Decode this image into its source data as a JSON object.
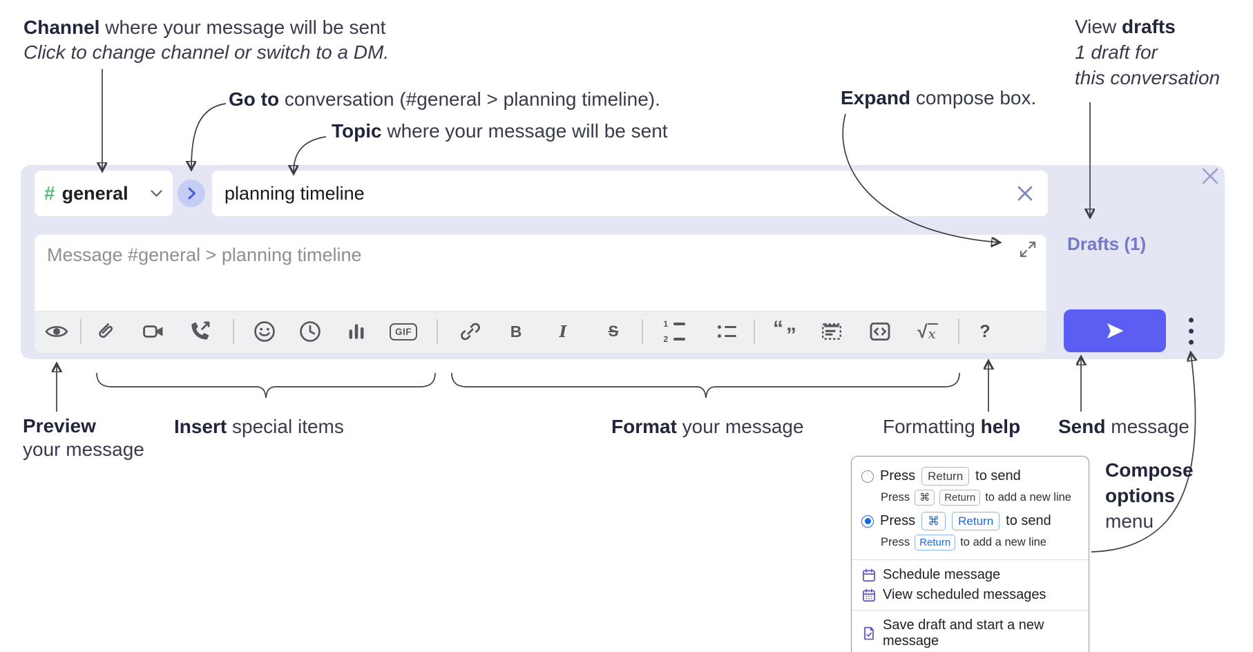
{
  "annotations": {
    "channel": {
      "bold": "Channel",
      "rest": " where your message will be sent",
      "line2": "Click to change channel or switch to a DM."
    },
    "goto": {
      "bold": "Go to",
      "rest": " conversation (#general > planning timeline)."
    },
    "topic": {
      "bold": "Topic",
      "rest": " where your message will be sent"
    },
    "expand": {
      "bold": "Expand",
      "rest": " compose box."
    },
    "view_drafts": {
      "pre": "View ",
      "bold": "drafts",
      "line2": "1 draft for",
      "line3": "this conversation"
    },
    "preview": {
      "bold": "Preview",
      "line2": "your message"
    },
    "insert": {
      "bold": "Insert",
      "rest": " special items"
    },
    "format": {
      "bold": "Format",
      "rest": " your message"
    },
    "formatting_help": {
      "pre": "Formatting ",
      "bold": "help"
    },
    "send": {
      "bold": "Send",
      "rest": " message"
    },
    "compose_options": {
      "line1": "Compose",
      "line2": "options",
      "line3": "menu"
    }
  },
  "composer": {
    "channel_hash": "#",
    "channel_name": "general",
    "topic_value": "planning timeline",
    "message_placeholder": "Message #general > planning timeline",
    "drafts_label": "Drafts (1)"
  },
  "toolbar": {
    "bold": "B",
    "italic": "I",
    "strike": "S",
    "gif": "GIF",
    "quote_open": "“",
    "quote_close": "”",
    "ol_1": "1",
    "ol_2": "2",
    "formula_radical": "√",
    "formula_x": "x",
    "help": "?",
    "icons": [
      "preview-eye",
      "attach-paperclip",
      "video-clip",
      "audio-clip",
      "emoji",
      "recent-clock",
      "poll-bars",
      "gif",
      "link",
      "bold",
      "italic",
      "strikethrough",
      "ordered-list",
      "bulleted-list",
      "blockquote",
      "code-block",
      "code",
      "formula",
      "formatting-help"
    ]
  },
  "compose_menu": {
    "option1": {
      "press": "Press",
      "key": "Return",
      "tail": "to send",
      "sub_press": "Press",
      "sub_key1": "⌘",
      "sub_key2": "Return",
      "sub_tail": "to add a new line"
    },
    "option2": {
      "press": "Press",
      "key1": "⌘",
      "key2": "Return",
      "tail": "to send",
      "sub_press": "Press",
      "sub_key": "Return",
      "sub_tail": "to add a new line"
    },
    "items": [
      "Schedule message",
      "View scheduled messages",
      "Save draft and start a new message"
    ]
  },
  "colors": {
    "send_button": "#5a5ef2",
    "drafts_link": "#7478c9",
    "radio_selected": "#1668e3",
    "menu_icon": "#5b54ca",
    "hash_green": "#5fba7d",
    "compose_bg": "#e4e6f3",
    "circle_bg": "#c5cdf4"
  }
}
